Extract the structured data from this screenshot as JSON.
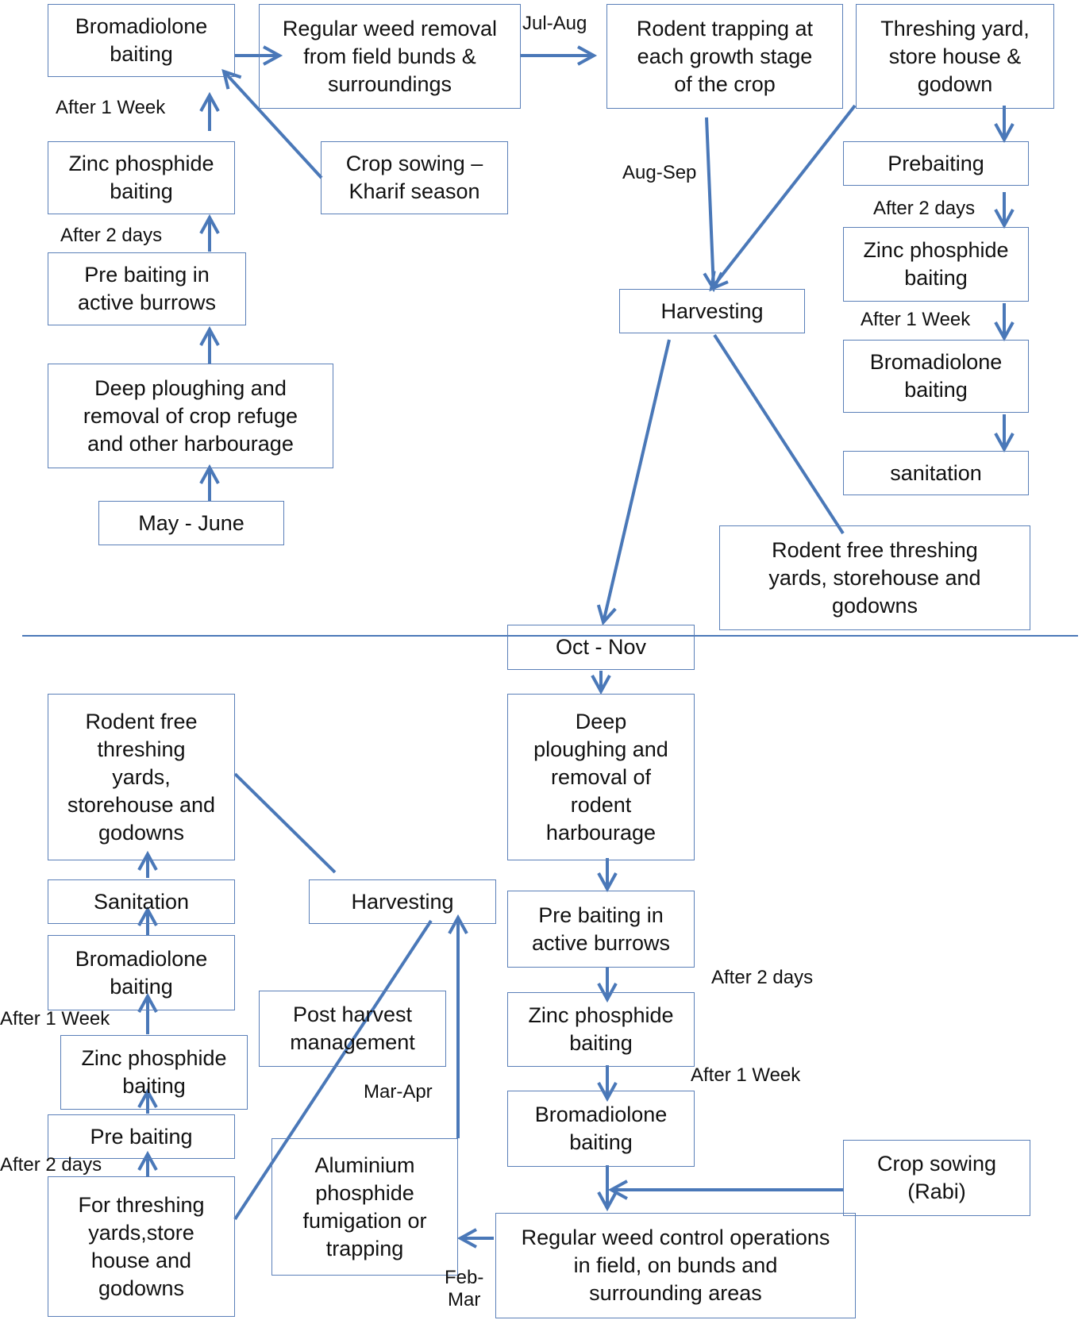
{
  "nodes": {
    "bromadiolone_1": "Bromadiolone\nbaiting",
    "weed_removal_1": "Regular weed removal\nfrom field bunds &\nsurroundings",
    "rodent_trapping": "Rodent trapping at\neach growth stage\nof the crop",
    "threshing_yard_1": "Threshing yard,\nstore house &\ngodown",
    "zinc_1": "Zinc phosphide\nbaiting",
    "crop_sowing_kharif": "Crop sowing –\nKharif season",
    "prebaiting_1": "Prebaiting",
    "pre_baiting_burrows_1": "Pre baiting in\nactive burrows",
    "zinc_2": "Zinc phosphide\nbaiting",
    "harvesting_1": "Harvesting",
    "bromadiolone_2": "Bromadiolone\nbaiting",
    "deep_ploughing_1": "Deep ploughing and\nremoval of crop refuge\nand other harbourage",
    "sanitation_1": "sanitation",
    "may_june": "May - June",
    "rodent_free_1": "Rodent free threshing\nyards, storehouse and\ngodowns",
    "oct_nov": "Oct - Nov",
    "rodent_free_2": "Rodent free\nthreshing\nyards,\nstorehouse and\ngodowns",
    "deep_ploughing_2": "Deep\nploughing and\nremoval of\nrodent\nharbourage",
    "sanitation_2": "Sanitation",
    "harvesting_2": "Harvesting",
    "pre_baiting_burrows_2": "Pre baiting in\nactive burrows",
    "bromadiolone_3": "Bromadiolone\nbaiting",
    "post_harvest": "Post harvest\nmanagement",
    "zinc_3": "Zinc phosphide\nbaiting",
    "zinc_4": "Zinc phosphide\nbaiting",
    "pre_baiting_2": "Pre baiting",
    "bromadiolone_4": "Bromadiolone\nbaiting",
    "aluminium": "Aluminium\nphosphide\nfumigation or\ntrapping",
    "crop_sowing_rabi": "Crop sowing\n(Rabi)",
    "for_threshing": "For threshing\nyards,store\nhouse and\ngodowns",
    "weed_control_2": "Regular weed control operations\nin field, on bunds and\nsurrounding areas"
  },
  "labels": {
    "jul_aug": "Jul-Aug",
    "after_1_week_a": "After 1 Week",
    "aug_sep": "Aug-Sep",
    "after_2_days_a": "After 2 days",
    "after_2_days_b": "After 2 days",
    "after_1_week_b": "After 1 Week",
    "after_2_days_c": "After 2 days",
    "after_1_week_c": "After 1 Week",
    "after_1_week_d": "After 1 Week",
    "mar_apr": "Mar-Apr",
    "after_2_days_d": "After 2 days",
    "feb_mar": "Feb-\nMar"
  },
  "colors": {
    "arrow": "#4a78b8",
    "box_border": "#5a7fb8",
    "divider": "#5a7fb8"
  }
}
